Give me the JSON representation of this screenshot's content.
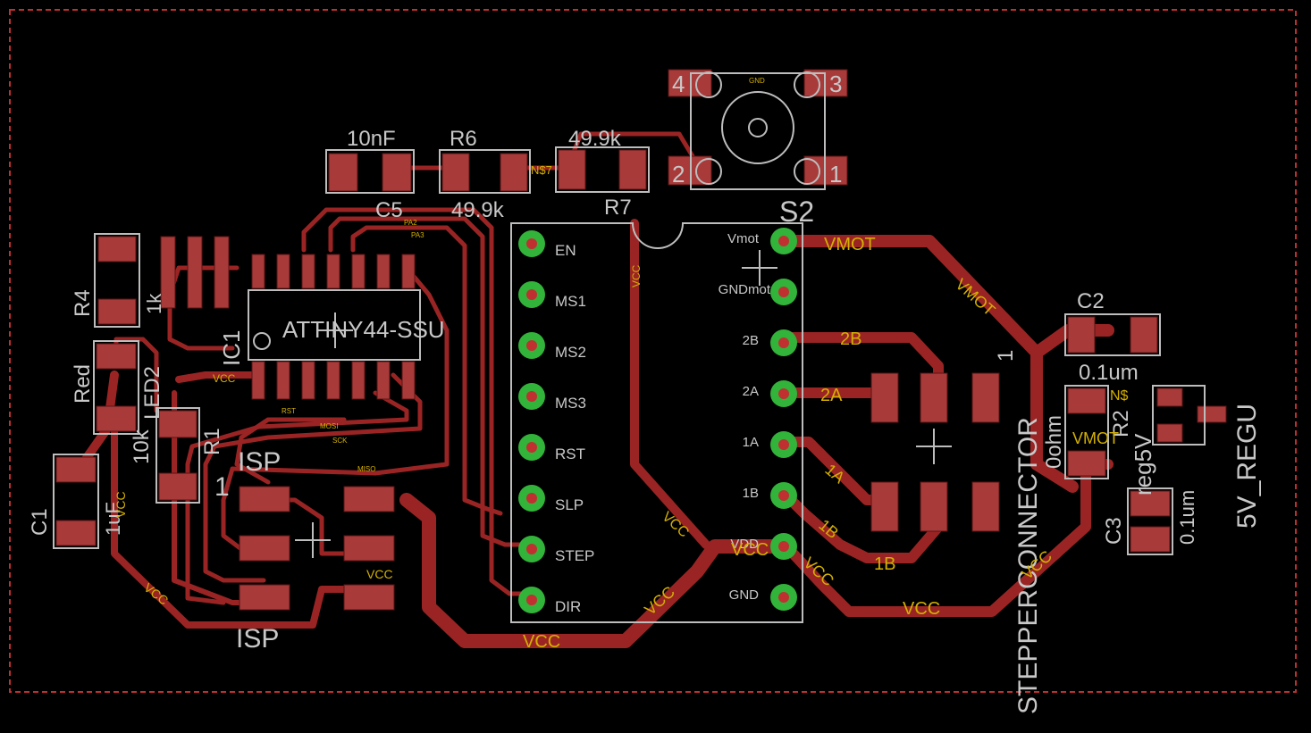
{
  "colors": {
    "background": "#000000",
    "trace": "#9a2424",
    "pad": "#a83a3a",
    "silkscreen": "#c8c8c8",
    "net_label": "#d4b000",
    "via": "#32b33a",
    "board_edge": "#c03030"
  },
  "components": {
    "ic1": {
      "ref": "IC1",
      "value": "ATTINY44-SSU"
    },
    "c5": {
      "ref": "C5",
      "value": "10nF"
    },
    "r6": {
      "ref": "R6",
      "value": "49.9k"
    },
    "r7": {
      "ref": "R7",
      "value": "49.9k"
    },
    "s2": {
      "ref": "S2",
      "pin1": "1",
      "pin2": "2",
      "pin3": "3",
      "pin4": "4"
    },
    "r4": {
      "ref": "R4",
      "value": "1k"
    },
    "led2": {
      "ref": "LED2",
      "value": "Red"
    },
    "r1": {
      "ref": "R1",
      "value": "10k"
    },
    "c1": {
      "ref": "C1",
      "value": "1uF"
    },
    "isp": {
      "ref_top": "ISP",
      "ref_bottom": "ISP",
      "pin1": "1"
    },
    "c2": {
      "ref": "C2",
      "value": "0.1um"
    },
    "c3": {
      "ref": "C3",
      "value": "0.1um"
    },
    "r2": {
      "ref": "R2",
      "value": "0ohm"
    },
    "reg": {
      "ref": "reg5V",
      "value": "5V_REGU"
    },
    "stepper_connector": {
      "ref": "STEPPERCONNECTOR",
      "pin1": "1"
    }
  },
  "driver_left_pins": [
    "EN",
    "MS1",
    "MS2",
    "MS3",
    "RST",
    "SLP",
    "STEP",
    "DIR"
  ],
  "driver_right_pins": [
    "Vmot",
    "GNDmot",
    "2B",
    "2A",
    "1A",
    "1B",
    "VDD",
    "GND"
  ],
  "net_labels": {
    "vmot_top": "VMOT",
    "vmot_diag": "VMOT",
    "vmot_right": "VMOT",
    "n2b": "2B",
    "n2a": "2A",
    "n1a": "1A",
    "n1b_diag": "1B",
    "n1b_bottom": "1B",
    "vcc_bottom_center": "VCC",
    "vcc_diag_center": "VCC",
    "vcc_pin": "VCC",
    "vcc_right_diag": "VCC",
    "vcc_bottom_right": "VCC",
    "vcc_far_right": "VCC",
    "vcc_left": "VCC",
    "vcc_left_diag": "VCC",
    "vcc_isp": "VCC",
    "vcc_ic": "VCC",
    "vcc_trace_a": "VCC",
    "vcc_trace_b": "VCC",
    "n_s7": "N$7",
    "n_s_right": "N$",
    "ground": "GND"
  },
  "tiny_labels": {
    "pa2": "PA2",
    "pa3": "PA3",
    "rst": "RST",
    "mosi": "MOSI",
    "sck": "SCK",
    "miso": "MISO"
  }
}
